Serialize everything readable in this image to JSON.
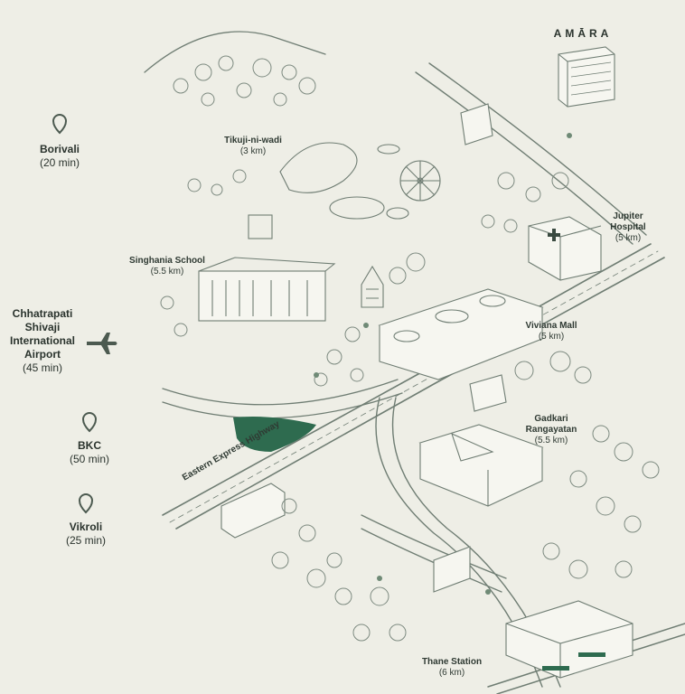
{
  "brand": "AMĀRA",
  "colors": {
    "background": "#eeeee6",
    "ink": "#3a4a40",
    "accent_green": "#2e6b4f",
    "pin": "#4c5a50"
  },
  "side_destinations": [
    {
      "name": "Borivali",
      "time": "(20 min)",
      "icon": "map-pin-icon"
    },
    {
      "name": "Chhatrapati Shivaji International Airport",
      "name_lines": [
        "Chhatrapati",
        "Shivaji",
        "International",
        "Airport"
      ],
      "time": "(45 min)",
      "icon": "airplane-icon"
    },
    {
      "name": "BKC",
      "time": "(50 min)",
      "icon": "map-pin-icon"
    },
    {
      "name": "Vikroli",
      "time": "(25 min)",
      "icon": "map-pin-icon"
    }
  ],
  "landmarks": [
    {
      "name": "Tikuji-ni-wadi",
      "distance": "(3 km)"
    },
    {
      "name": "Singhania School",
      "distance": "(5.5 km)"
    },
    {
      "name": "Jupiter Hospital",
      "name_lines": [
        "Jupiter",
        "Hospital"
      ],
      "distance": "(5 km)"
    },
    {
      "name": "Viviana Mall",
      "distance": "(5 km)"
    },
    {
      "name": "Gadkari Rangayatan",
      "name_lines": [
        "Gadkari",
        "Rangayatan"
      ],
      "distance": "(5.5 km)"
    },
    {
      "name": "Thane Station",
      "distance": "(6 km)"
    }
  ],
  "road_label": "Eastern Express Highway"
}
